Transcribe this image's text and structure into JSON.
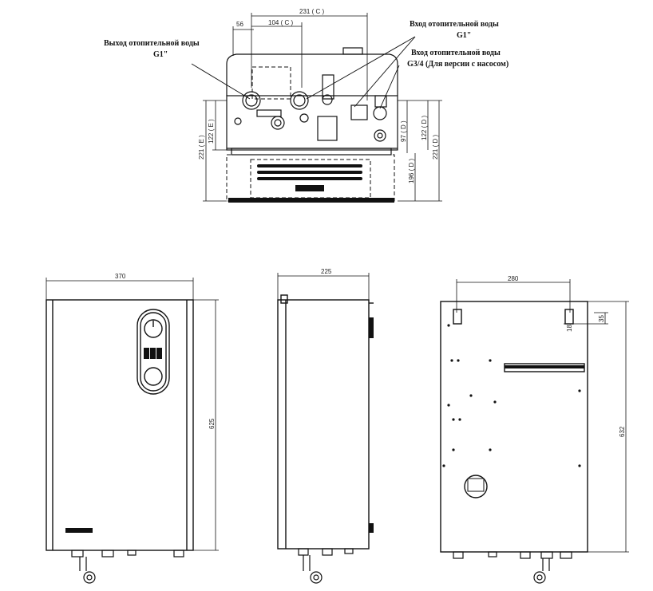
{
  "callouts": {
    "outlet_label": "Выход отопительной воды",
    "outlet_size": "G1\"",
    "inlet_label": "Вход отопительной воды",
    "inlet_size": "G1\"",
    "inlet_pump_label": "Вход отопительной воды",
    "inlet_pump_size": "G3/4 (Для версии с насосом)"
  },
  "top_view": {
    "dim_231c": "231 ( C )",
    "dim_104c": "104 ( C )",
    "dim_56": "56",
    "dim_221e": "221 ( E )",
    "dim_122e": "122 ( E )",
    "dim_97d": "97 ( D )",
    "dim_196d": "196 ( D )",
    "dim_122d": "122 ( D )",
    "dim_221d": "221 ( D )"
  },
  "front_view": {
    "width": "370",
    "height": "625"
  },
  "side_view": {
    "depth": "225"
  },
  "back_view": {
    "mount_spacing": "280",
    "mount_offset": "35",
    "mount_small": "18",
    "height": "632"
  }
}
